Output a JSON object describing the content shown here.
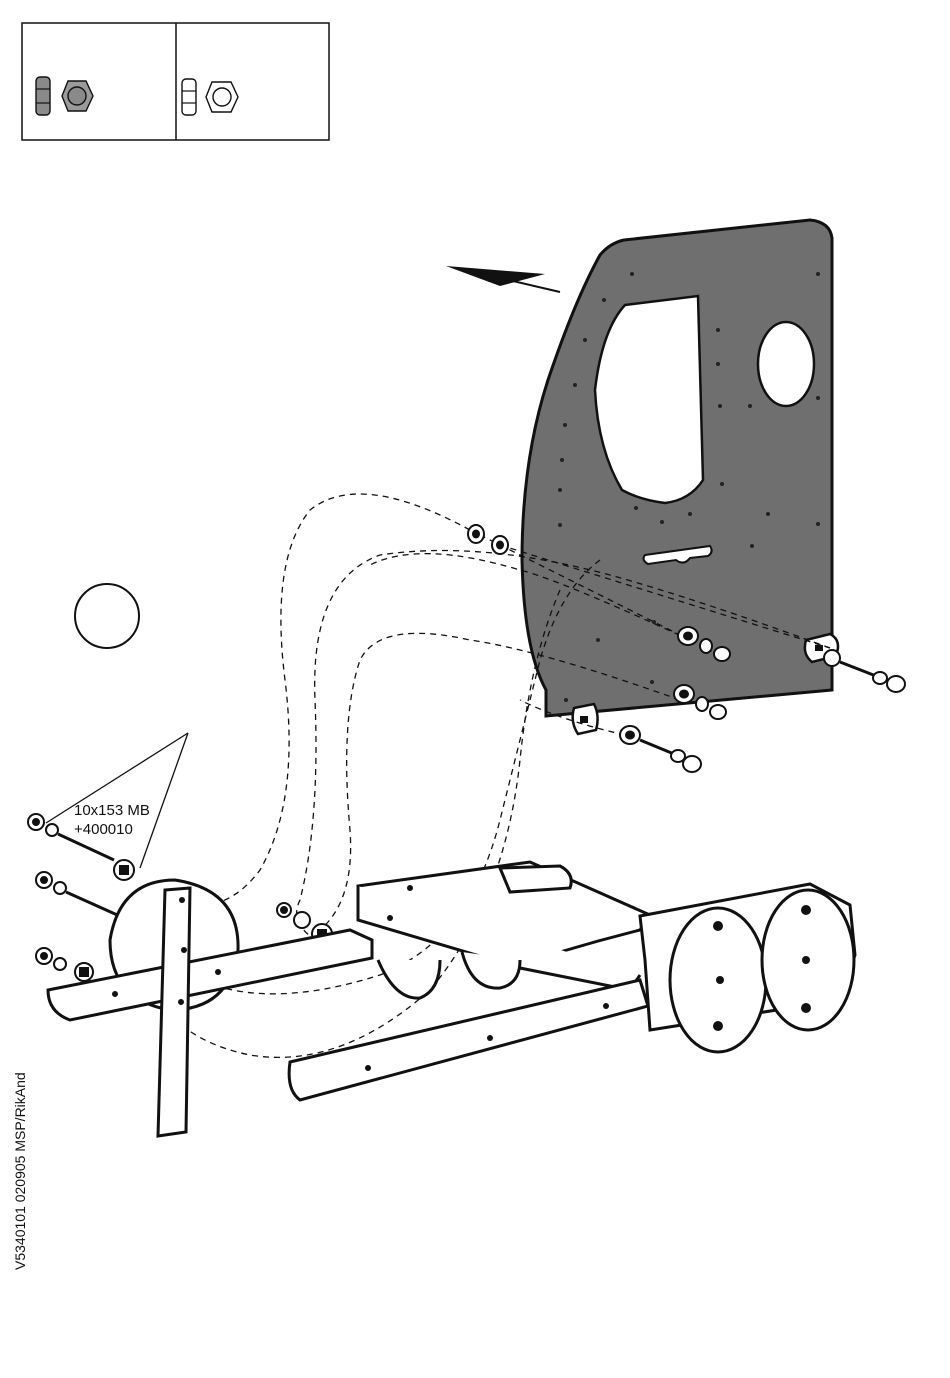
{
  "hardware_legend": {
    "cells": [
      {
        "icon": "nut-cap-icon"
      },
      {
        "icon": "hex-nut-icon"
      }
    ]
  },
  "callout": {
    "bolt_label": "10x153 MB",
    "part_number": "+400010"
  },
  "document_code": "V5340101  020905 MSP/RikAnd",
  "colors": {
    "panel_fill": "#6f6f6f",
    "line": "#111111",
    "paper": "#ffffff"
  }
}
